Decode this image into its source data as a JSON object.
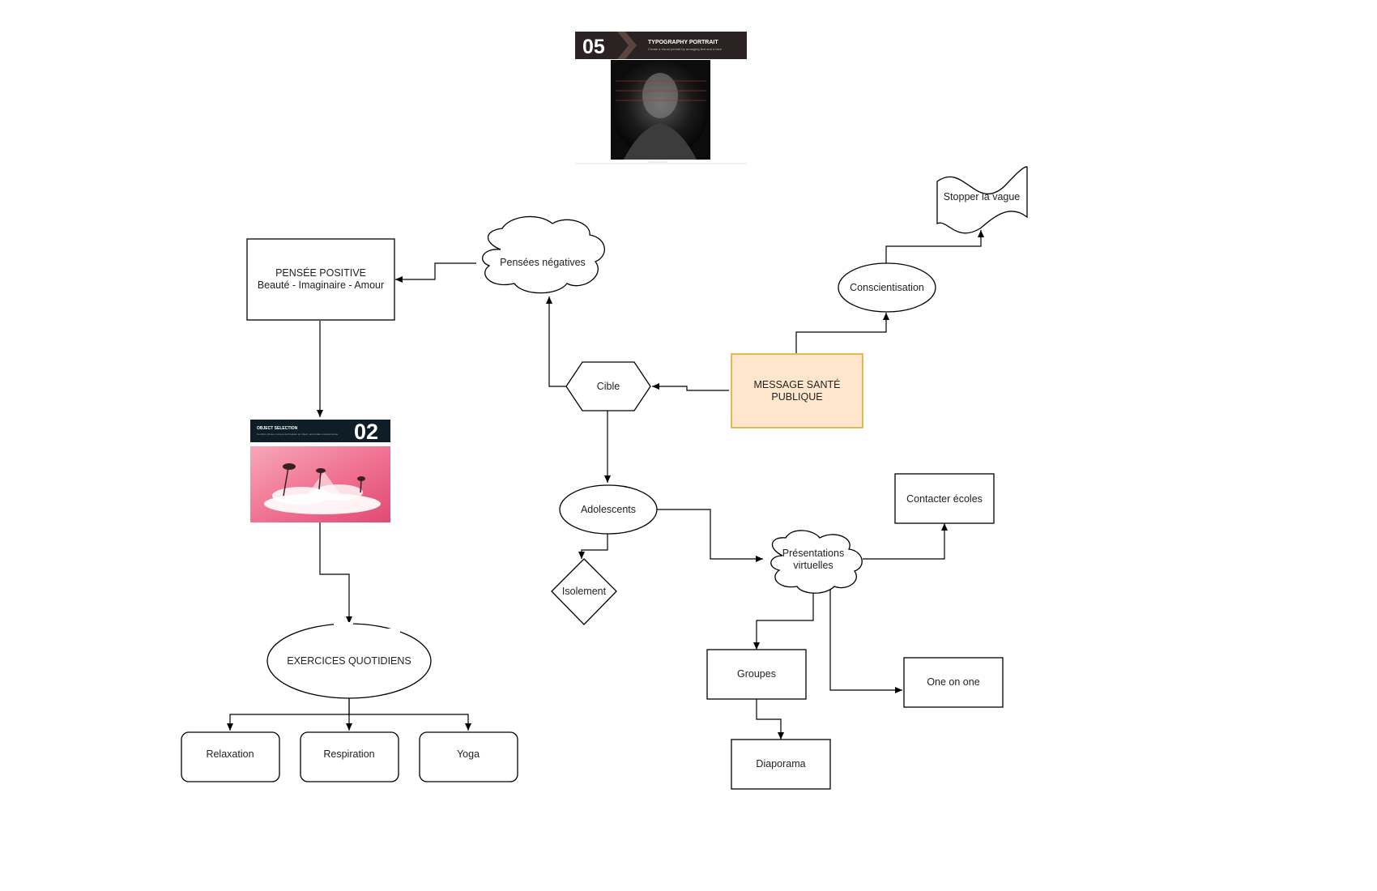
{
  "diagram": {
    "nodes": {
      "message": {
        "line1": "MESSAGE SANTÉ",
        "line2": "PUBLIQUE",
        "fill": "#ffe6cc",
        "stroke": "#d79b00"
      },
      "cible": "Cible",
      "pensees_negatives": "Pensées négatives",
      "pensee_positive": {
        "line1": "PENSÉE POSITIVE",
        "line2": "Beauté - Imaginaire - Amour"
      },
      "exercices": "EXERCICES QUOTIDIENS",
      "relaxation": "Relaxation",
      "respiration": "Respiration",
      "yoga": "Yoga",
      "adolescents": "Adolescents",
      "isolement": "Isolement",
      "presentations": {
        "line1": "Présentations",
        "line2": "virtuelles"
      },
      "contacter": "Contacter écoles",
      "groupes": "Groupes",
      "one_on_one": "One on one",
      "diaporama": "Diaporama",
      "conscientisation": "Conscientisation",
      "stopper": "Stopper la vague"
    },
    "images": {
      "typography": {
        "number": "05",
        "title": "TYPOGRAPHY PORTRAIT",
        "subtitle": "Create a visual portrait by arranging text and a face",
        "caption": "Portrait thumbnail"
      },
      "object_selection": {
        "number": "02",
        "title": "OBJECT SELECTION",
        "subtitle": "Combine photos, remove and replace an object, and create a surreal scene"
      }
    }
  }
}
